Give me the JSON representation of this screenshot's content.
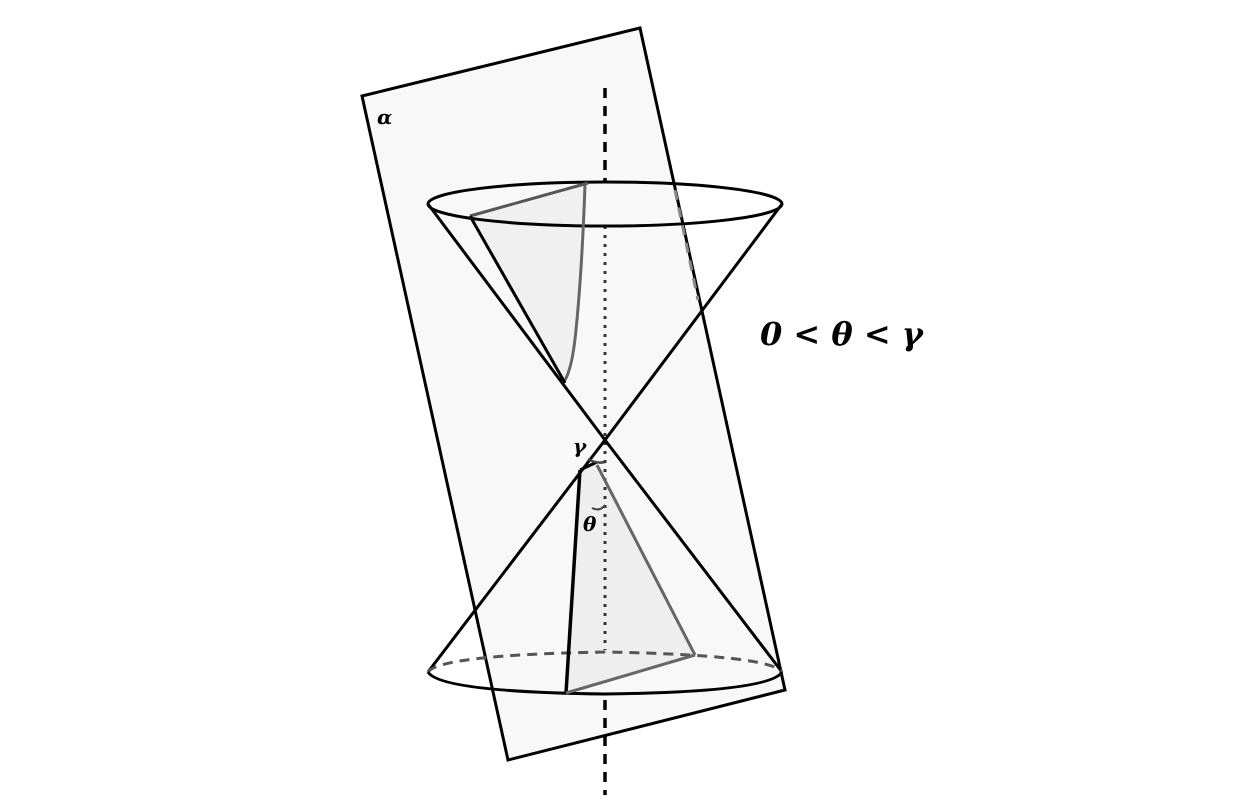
{
  "labels": {
    "plane": "α",
    "half_angle": "γ",
    "tilt_angle": "θ",
    "condition": "0 < θ < γ"
  }
}
